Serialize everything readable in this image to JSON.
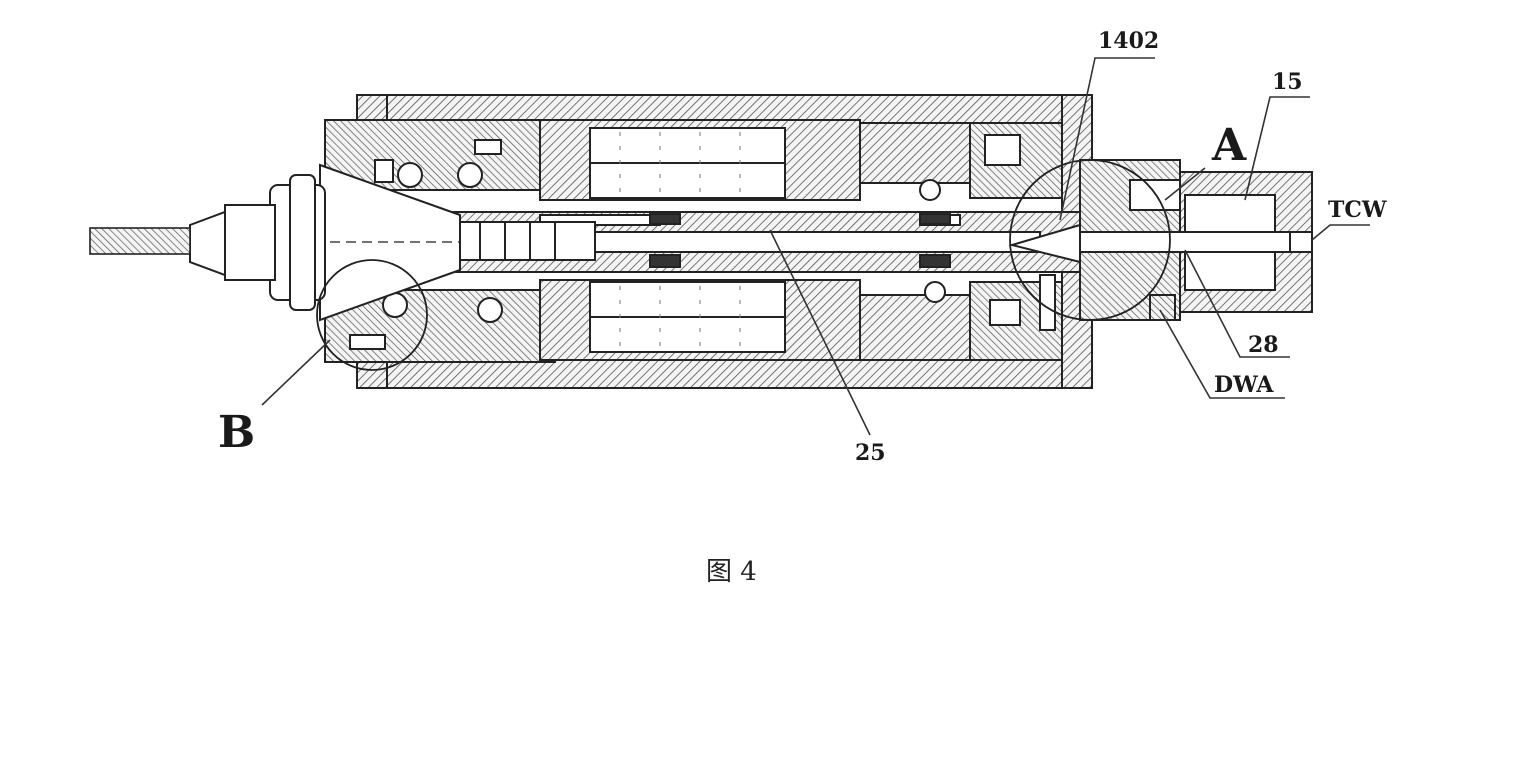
{
  "figure": {
    "caption": "图 4",
    "labels": {
      "l1402": "1402",
      "l15": "15",
      "lA": "A",
      "lTCW": "TCW",
      "l28": "28",
      "lDWA": "DWA",
      "lB": "B",
      "l25": "25"
    }
  }
}
